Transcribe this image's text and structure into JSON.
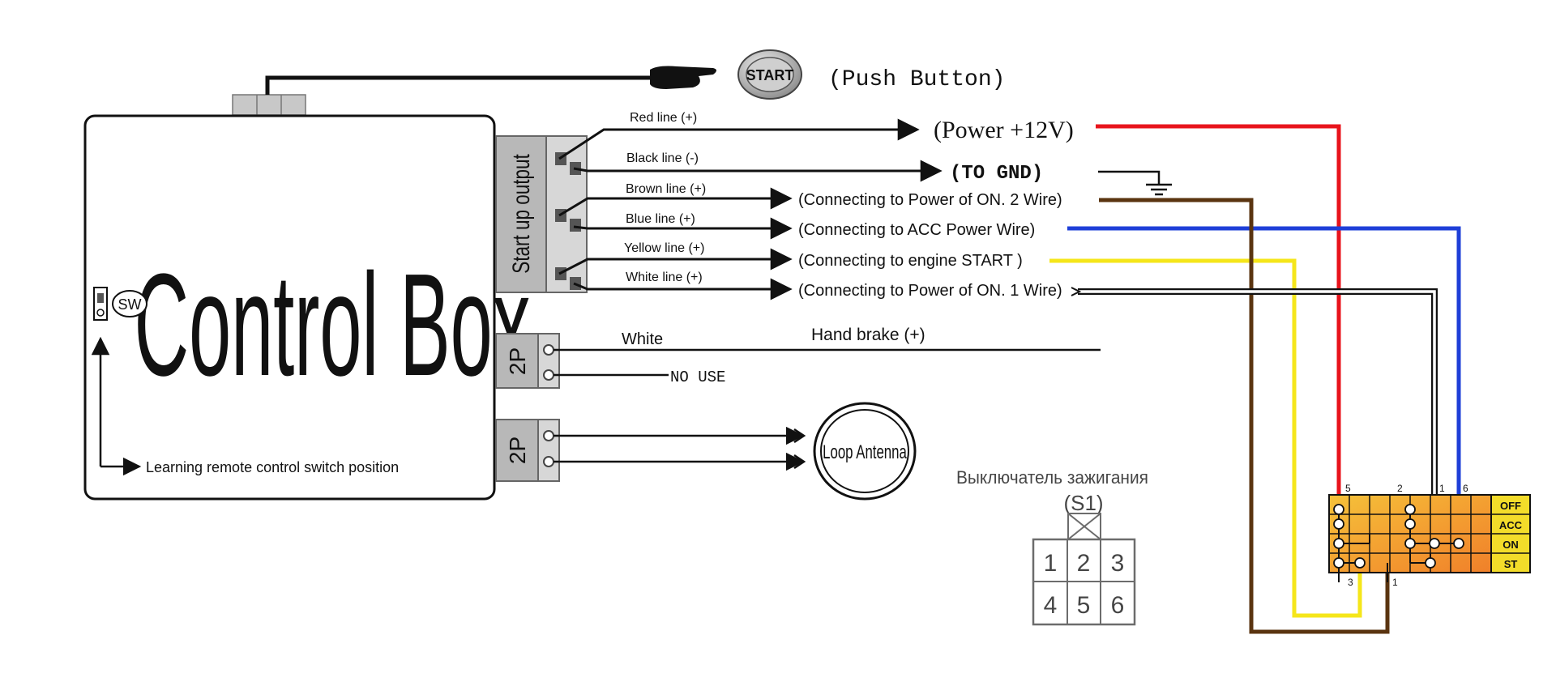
{
  "push_button": {
    "button_text": "START",
    "label": "(Push Button)"
  },
  "control_box": {
    "title": "Control Box",
    "switch_label": "SW",
    "learning_label": "Learning remote control switch position"
  },
  "output_block": {
    "label": "Start up output"
  },
  "wires": {
    "red": {
      "name": "Red line (+)",
      "dest": "(Power +12V)"
    },
    "black": {
      "name": "Black line (-)",
      "dest": "(TO GND)"
    },
    "brown": {
      "name": "Brown line (+)",
      "dest": "(Connecting to Power of ON. 2 Wire)"
    },
    "blue": {
      "name": "Blue line (+)",
      "dest": "(Connecting to ACC Power Wire)"
    },
    "yellow": {
      "name": "Yellow line (+)",
      "dest": "(Connecting to engine START )"
    },
    "white": {
      "name": "White line (+)",
      "dest": "(Connecting to Power of ON. 1 Wire)"
    }
  },
  "connector_handbrake": {
    "label": "2P",
    "wire1_label": "White",
    "wire1_dest": "Hand brake (+)",
    "wire2_label": "NO USE"
  },
  "connector_antenna": {
    "label": "2P",
    "antenna_label": "Loop Antenna"
  },
  "ignition_reference": {
    "title": "Выключатель зажигания",
    "switch_id": "(S1)",
    "pins": [
      "1",
      "2",
      "3",
      "4",
      "5",
      "6"
    ]
  },
  "ignition_switch": {
    "positions": [
      "OFF",
      "ACC",
      "ON",
      "ST"
    ],
    "top_pins": [
      "5",
      "2",
      "1",
      "6"
    ],
    "bottom_pins": [
      "3",
      "1"
    ]
  },
  "colors": {
    "red": "#e8141c",
    "black": "#111111",
    "brown": "#5a3410",
    "blue": "#1e3fd8",
    "yellow": "#f5e61a",
    "white": "#ffffff",
    "switch_fill": "#f4a438",
    "switch_label_bg": "#f3dc2a",
    "block_gray": "#b8b8b8"
  }
}
